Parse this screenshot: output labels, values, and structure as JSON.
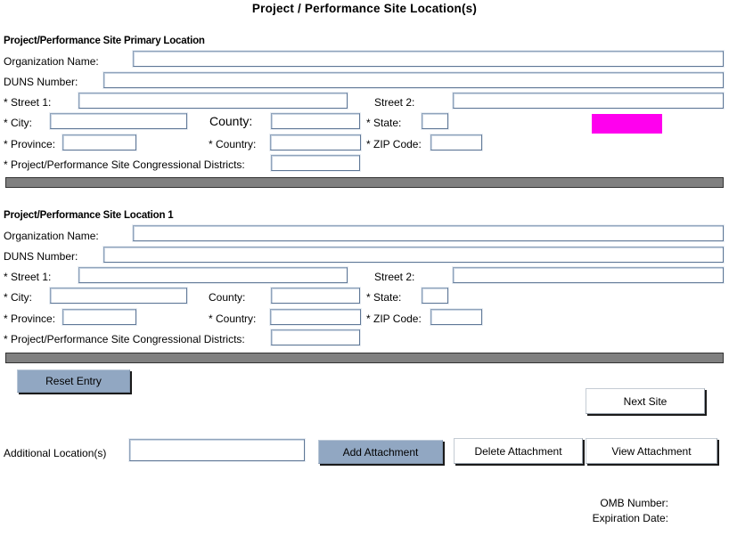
{
  "page": {
    "title": "Project / Performance Site Location(s)"
  },
  "sections": [
    {
      "heading": "Project/Performance Site Primary Location",
      "fields": {
        "organization_name": {
          "label": "Organization Name:",
          "value": "",
          "placeholder": ""
        },
        "duns_number": {
          "label": "DUNS Number:",
          "value": "",
          "placeholder": ""
        },
        "street1": {
          "label": "* Street 1:",
          "value": "",
          "placeholder": ""
        },
        "street2": {
          "label": "Street 2:",
          "value": "",
          "placeholder": ""
        },
        "city": {
          "label": "* City:",
          "value": "",
          "placeholder": ""
        },
        "county": {
          "label": "County:",
          "value": "",
          "placeholder": ""
        },
        "state": {
          "label": "* State:",
          "value": "",
          "placeholder": ""
        },
        "province": {
          "label": "* Province:",
          "value": "",
          "placeholder": ""
        },
        "country": {
          "label": "* Country:",
          "value": "",
          "placeholder": ""
        },
        "zip_code": {
          "label": "* ZIP Code:",
          "value": "",
          "placeholder": ""
        },
        "districts": {
          "label": "* Project/Performance Site Congressional Districts:",
          "value": "",
          "placeholder": ""
        }
      }
    },
    {
      "heading": "Project/Performance Site Location 1",
      "fields": {
        "organization_name": {
          "label": "Organization Name:",
          "value": "",
          "placeholder": ""
        },
        "duns_number": {
          "label": "DUNS Number:",
          "value": "",
          "placeholder": ""
        },
        "street1": {
          "label": "* Street 1:",
          "value": "",
          "placeholder": ""
        },
        "street2": {
          "label": "Street 2:",
          "value": "",
          "placeholder": ""
        },
        "city": {
          "label": "* City:",
          "value": "",
          "placeholder": ""
        },
        "county": {
          "label": "County:",
          "value": "",
          "placeholder": ""
        },
        "state": {
          "label": "* State:",
          "value": "",
          "placeholder": ""
        },
        "province": {
          "label": "* Province:",
          "value": "",
          "placeholder": ""
        },
        "country": {
          "label": "* Country:",
          "value": "",
          "placeholder": ""
        },
        "zip_code": {
          "label": "* ZIP Code:",
          "value": "",
          "placeholder": ""
        },
        "districts": {
          "label": "* Project/Performance Site Congressional Districts:",
          "value": "",
          "placeholder": ""
        }
      }
    }
  ],
  "actions": {
    "reset_entry": "Reset Entry",
    "next_site": "Next Site",
    "add_attachment": "Add Attachment",
    "delete_attachment": "Delete Attachment",
    "view_attachment": "View  Attachment"
  },
  "additional": {
    "label": "Additional Location(s)",
    "value": "",
    "placeholder": ""
  },
  "footer": {
    "omb_number_label": "OMB Number:",
    "omb_number_value": "",
    "expiration_date_label": "Expiration Date:",
    "expiration_date_value": ""
  },
  "colors": {
    "highlight": "#ff00ee",
    "divider": "#808080",
    "button_primary": "#91a7c2",
    "field_border": "#5f7796"
  }
}
